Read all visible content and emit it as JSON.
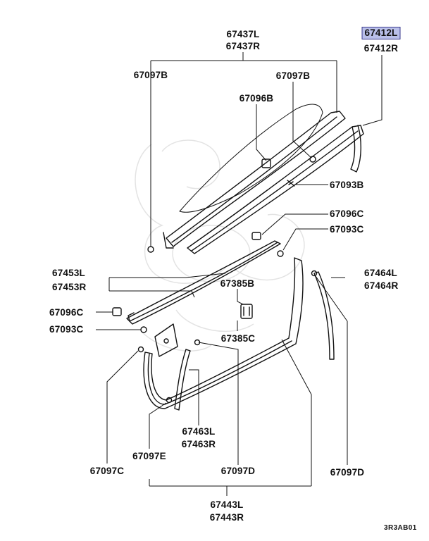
{
  "labels": {
    "p67437": [
      "67437L",
      "67437R"
    ],
    "p67412": [
      "67412L",
      "67412R"
    ],
    "p67097B_left": "67097B",
    "p67097B_right": "67097B",
    "p67096B": "67096B",
    "p67093B": "67093B",
    "p67096C_right": "67096C",
    "p67093C_right": "67093C",
    "p67453": [
      "67453L",
      "67453R"
    ],
    "p67385B": "67385B",
    "p67464": [
      "67464L",
      "67464R"
    ],
    "p67096C_left": "67096C",
    "p67093C_left": "67093C",
    "p67385C": "67385C",
    "p67463": [
      "67463L",
      "67463R"
    ],
    "p67097E": "67097E",
    "p67097C": "67097C",
    "p67097D_mid": "67097D",
    "p67097D_right": "67097D",
    "p67443": [
      "67443L",
      "67443R"
    ],
    "code": "3R3AB01"
  },
  "highlight_color": "#b9bfe9"
}
